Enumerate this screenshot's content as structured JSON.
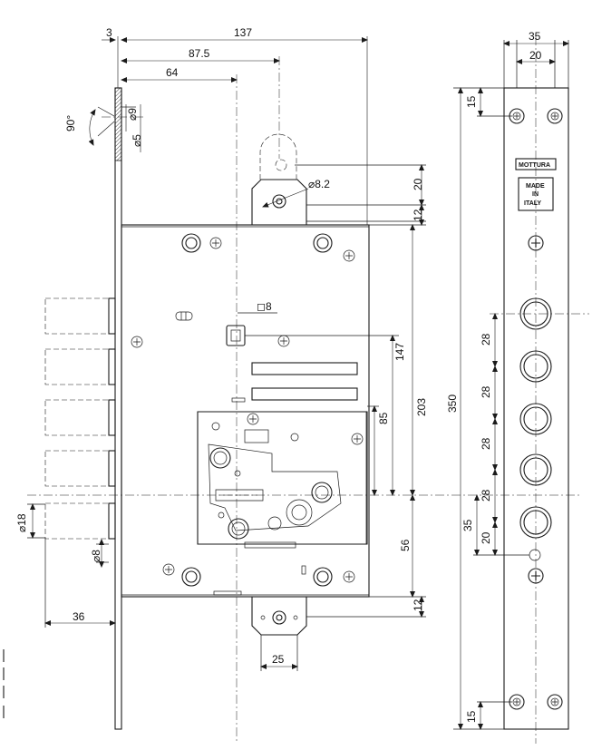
{
  "drawing": {
    "title": "Mortise lock technical drawing",
    "brand_label": "MOTTURA",
    "origin_label": [
      "MADE",
      "IN",
      "ITALY"
    ],
    "dimensions": {
      "d_3": "3",
      "d_137": "137",
      "d_87_5": "87.5",
      "d_64": "64",
      "d_35_top": "35",
      "d_20_top": "20",
      "angle_90": "90°",
      "dia_9": "⌀9",
      "dia_5": "⌀5",
      "dia_8_2": "⌀8.2",
      "d_20_striker": "20",
      "d_12_top": "12",
      "d_15_top": "15",
      "sq_8": "◻8",
      "d_147": "147",
      "d_85": "85",
      "d_203": "203",
      "d_350": "350",
      "d_28_a": "28",
      "d_28_b": "28",
      "d_28_c": "28",
      "d_28_d": "28",
      "d_35_right": "35",
      "d_20_right": "20",
      "d_56": "56",
      "d_12_bottom": "12",
      "dia_18": "⌀18",
      "dia_8": "⌀8",
      "d_36": "36",
      "d_25": "25",
      "d_15_bottom": "15"
    }
  }
}
